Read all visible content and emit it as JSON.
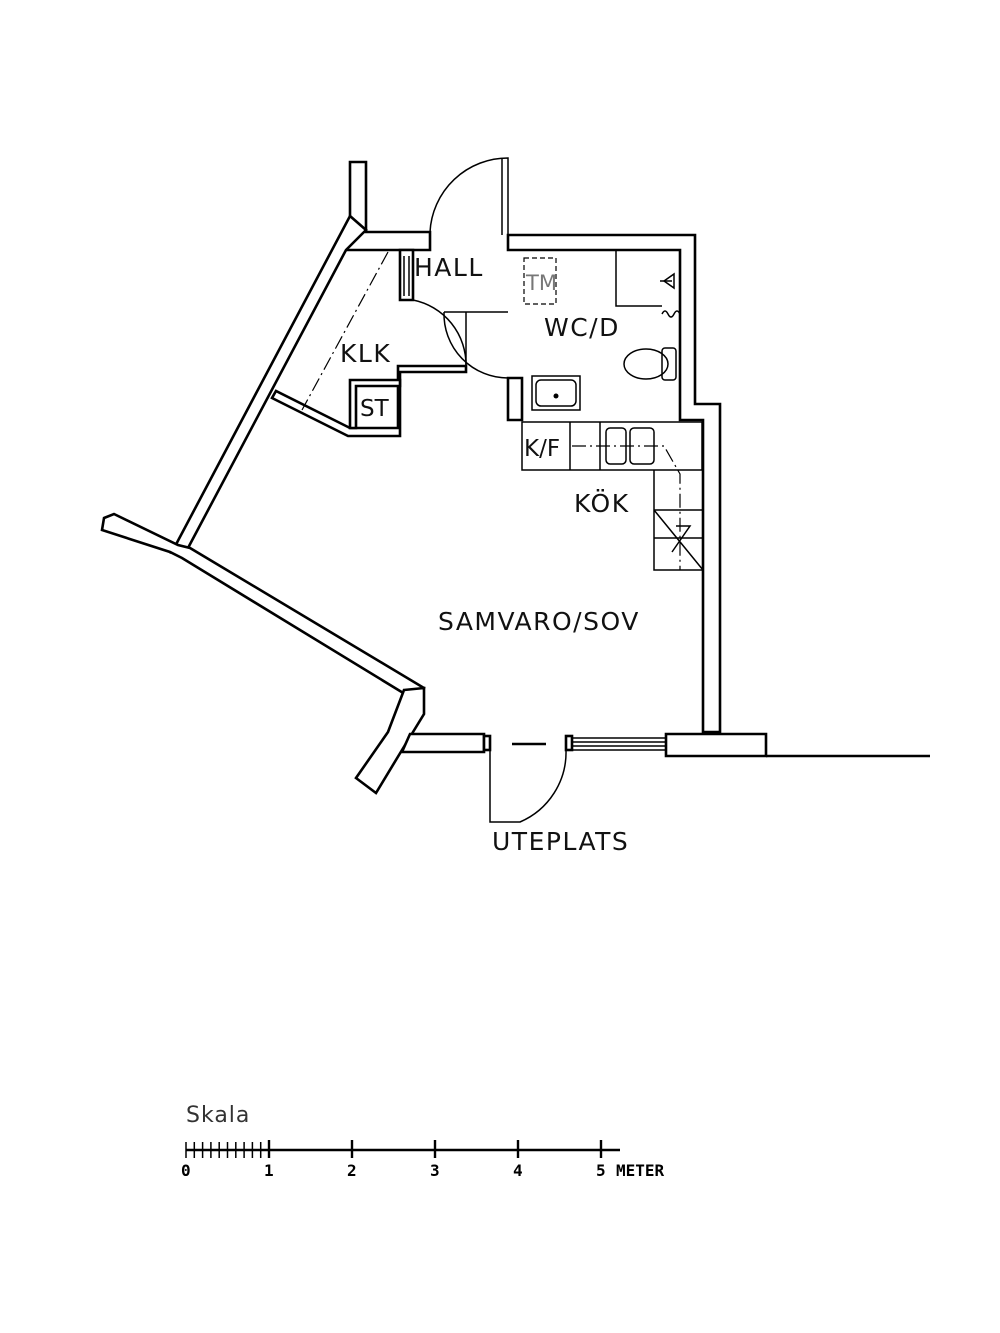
{
  "rooms": {
    "hall": "HALL",
    "wc": "WC/D",
    "klk": "KLK",
    "st": "ST",
    "kf": "K/F",
    "kok": "KÖK",
    "samvaro": "SAMVARO/SOV",
    "uteplats": "UTEPLATS",
    "tm": "TM"
  },
  "scale": {
    "title": "Skala",
    "ticks": [
      "0",
      "1",
      "2",
      "3",
      "4",
      "5"
    ],
    "unit": "METER"
  }
}
